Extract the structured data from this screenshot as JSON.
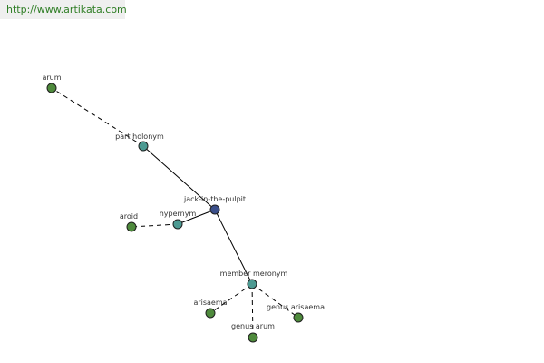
{
  "watermark": "http://www.artikata.com",
  "colors": {
    "center": "#3b4f8a",
    "relation": "#4c9a92",
    "leaf": "#4e8a3c"
  },
  "nodes": [
    {
      "id": "center",
      "label": "jack-in-the-pulpit",
      "kind": "center"
    },
    {
      "id": "part-holonym",
      "label": "part holonym",
      "kind": "relation"
    },
    {
      "id": "hypernym",
      "label": "hypernym",
      "kind": "relation"
    },
    {
      "id": "member-meronym",
      "label": "member meronym",
      "kind": "relation"
    },
    {
      "id": "arum",
      "label": "arum",
      "kind": "leaf"
    },
    {
      "id": "aroid",
      "label": "aroid",
      "kind": "leaf"
    },
    {
      "id": "arisaema",
      "label": "arisaema",
      "kind": "leaf"
    },
    {
      "id": "genus-arum",
      "label": "genus arum",
      "kind": "leaf"
    },
    {
      "id": "genus-arisaema",
      "label": "genus arisaema",
      "kind": "leaf"
    }
  ],
  "edges": [
    {
      "from": "center",
      "to": "part-holonym",
      "style": "solid"
    },
    {
      "from": "center",
      "to": "hypernym",
      "style": "solid"
    },
    {
      "from": "center",
      "to": "member-meronym",
      "style": "solid"
    },
    {
      "from": "part-holonym",
      "to": "arum",
      "style": "dashed"
    },
    {
      "from": "hypernym",
      "to": "aroid",
      "style": "dashed"
    },
    {
      "from": "member-meronym",
      "to": "arisaema",
      "style": "dashed"
    },
    {
      "from": "member-meronym",
      "to": "genus-arum",
      "style": "dashed"
    },
    {
      "from": "member-meronym",
      "to": "genus-arisaema",
      "style": "dashed"
    }
  ]
}
